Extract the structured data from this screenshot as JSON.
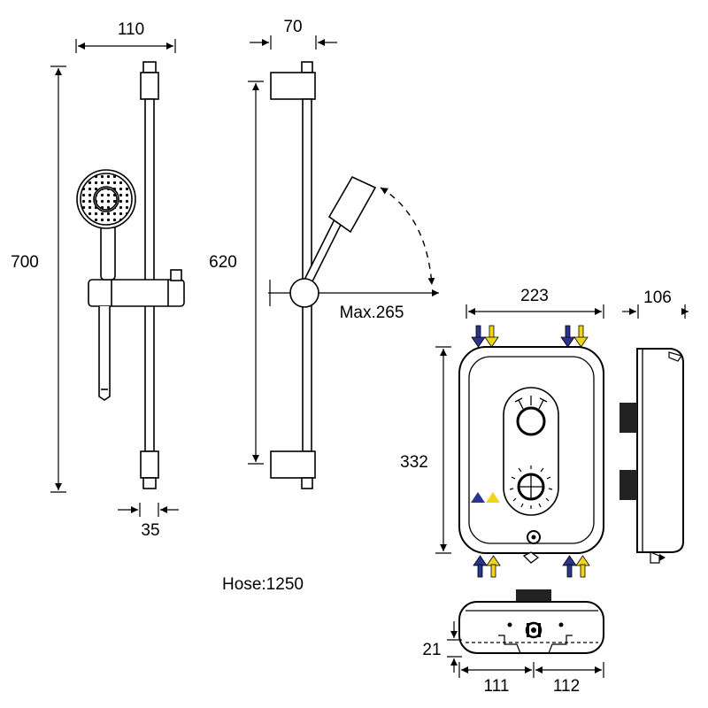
{
  "dimensions": {
    "rail_width": "110",
    "rail_depth": "70",
    "rail_height": "700",
    "rail_centres": "620",
    "rail_diameter": "35",
    "arm_reach": "Max.265",
    "unit_width": "223",
    "unit_depth": "106",
    "unit_height": "332",
    "inlet_offset": "21",
    "inlet_left": "111",
    "inlet_right": "112"
  },
  "hose": "Hose:1250",
  "colors": {
    "cold": "#2a3590",
    "hot": "#f2d51a"
  }
}
